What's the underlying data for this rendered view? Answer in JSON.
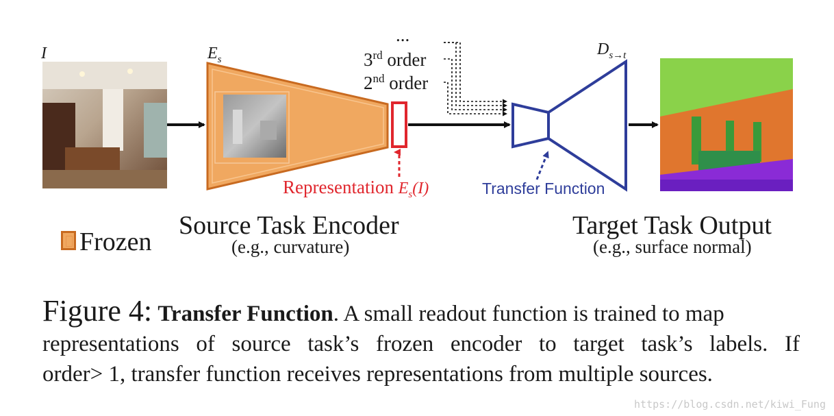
{
  "diagram": {
    "input_label": "I",
    "encoder_label_main": "E",
    "encoder_label_sub": "s",
    "decoder_label_main": "D",
    "decoder_label_sub": "s→t",
    "ellipsis": "...",
    "order3_num": "3",
    "order3_sup": "rd",
    "order3_word": "order",
    "order2_num": "2",
    "order2_sup": "nd",
    "order2_word": "order",
    "representation_label": "Representation",
    "representation_var": "E",
    "representation_var_sub": "s",
    "representation_var_arg": "(I)",
    "transfer_function_label": "Transfer Function",
    "source_title": "Source Task Encoder",
    "source_subtitle": "(e.g., curvature)",
    "target_title": "Target Task Output",
    "target_subtitle": "(e.g., surface normal)",
    "legend_frozen": "Frozen",
    "colors": {
      "encoder_fill": "#f0a860",
      "encoder_stroke": "#c86a20",
      "representation": "#e0262d",
      "transfer": "#2e3d9a"
    }
  },
  "caption": {
    "figure_label": "Figure 4:",
    "bold_title": "Transfer Function",
    "line1_rest": ". A small readout function is trained to map",
    "line2": "representations of source task’s frozen encoder to target task’s labels. If",
    "line3": "order> 1, transfer function receives representations from multiple sources."
  },
  "watermark": "https://blog.csdn.net/kiwi_Fung"
}
